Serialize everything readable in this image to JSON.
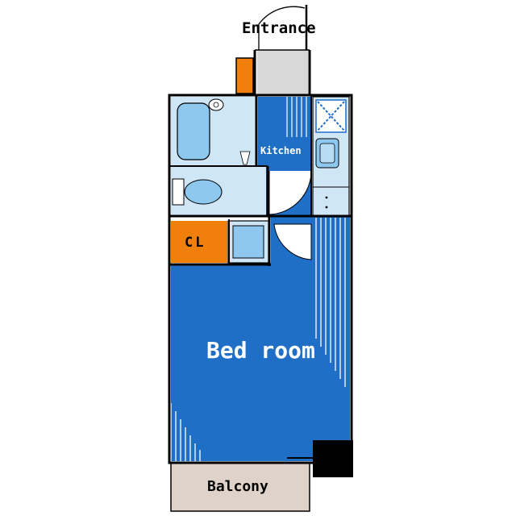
{
  "labels": {
    "entrance": "Entrance",
    "kitchen": "Kitchen",
    "closet": "CL",
    "bedroom": "Bed room",
    "balcony": "Balcony"
  },
  "colors": {
    "wall": "#000000",
    "main_room": "#1f6fc6",
    "wet_area": "#cfe6f7",
    "fixture_blue": "#8ec8ee",
    "closet": "#f07f0b",
    "entrance_floor": "#d8d8d8",
    "balcony_floor": "#dfd2c8",
    "column": "#000000"
  },
  "icons": [
    "door-swing-icon",
    "bathtub-icon",
    "washbasin-icon",
    "toilet-icon",
    "washing-machine-icon",
    "stove-icon",
    "sink-icon",
    "refrigerator-icon"
  ]
}
